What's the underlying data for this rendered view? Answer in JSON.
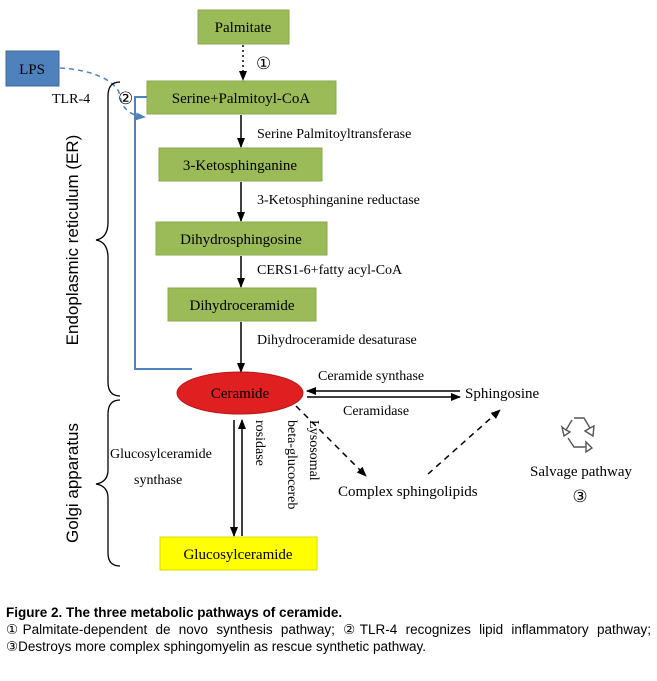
{
  "nodes": {
    "palmitate": "Palmitate",
    "serine_palmitoyl_coa": "Serine+Palmitoyl-CoA",
    "ketosphinganine": "3-Ketosphinganine",
    "dihydrosphingosine": "Dihydrosphingosine",
    "dihydroceramide": "Dihydroceramide",
    "ceramide": "Ceramide",
    "glucosylceramide": "Glucosylceramide",
    "sphingosine": "Sphingosine",
    "complex_sphingolipids": "Complex sphingolipids",
    "lps": "LPS"
  },
  "enzymes": {
    "serine_palmitoyltransferase": "Serine Palmitoyltransferase",
    "ketosphinganine_reductase": "3-Ketosphinganine reductase",
    "cers": "CERS1-6+fatty acyl-CoA",
    "dihydroceramide_desaturase": "Dihydroceramide desaturase",
    "ceramide_synthase": "Ceramide synthase",
    "ceramidase": "Ceramidase",
    "glucosylceramide_synthase_line1": "Glucosylceramide",
    "glucosylceramide_synthase_line2": "synthase",
    "lysosomal_line1": "Lysosomal",
    "lysosomal_line2": "beta-glucocereb",
    "lysosomal_line3": "rosidase"
  },
  "labels": {
    "tlr4": "TLR-4",
    "er": "Endoplasmic reticulum (ER)",
    "golgi": "Golgi apparatus",
    "salvage": "Salvage pathway",
    "marker1": "①",
    "marker2": "②",
    "marker3": "③"
  },
  "colors": {
    "green_box": "#9bbb59",
    "yellow_box": "#ffff00",
    "ceramide_fill": "#e02020",
    "lps_box": "#4f81bd",
    "blue_line": "#4f81bd"
  },
  "caption": {
    "title": "Figure 2. The three metabolic pathways of ceramide.",
    "body": "①Palmitate-dependent de novo synthesis pathway; ②TLR-4 recognizes lipid inflammatory pathway; ③Destroys more complex sphingomyelin as rescue synthetic pathway."
  }
}
